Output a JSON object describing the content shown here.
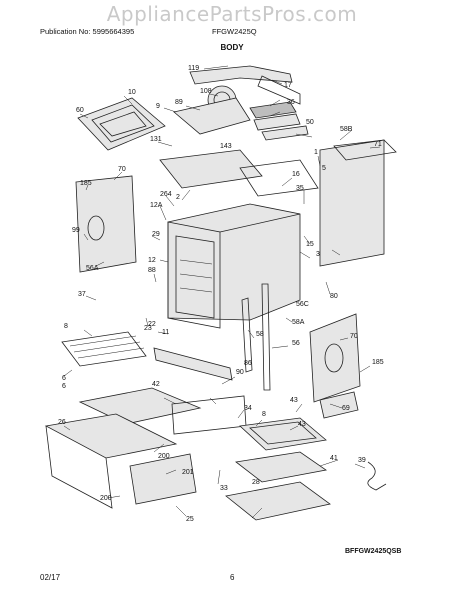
{
  "watermark": "AppliancePartsPros.com",
  "header": {
    "publication": "Publication No: 5995664395",
    "model": "FFGW2425Q"
  },
  "title": "BODY",
  "diagram_code": "BFFGW2425QSB",
  "footer": {
    "date": "02/17",
    "page": "6"
  },
  "part_labels": [
    "119",
    "17",
    "10",
    "108",
    "89",
    "36",
    "60",
    "9",
    "50",
    "58B",
    "143",
    "71",
    "131",
    "2",
    "1",
    "185",
    "264",
    "16",
    "70",
    "35",
    "12A",
    "5",
    "15",
    "99",
    "29",
    "12",
    "58A",
    "3",
    "56A",
    "88",
    "56C",
    "80",
    "37",
    "8",
    "22",
    "23",
    "11",
    "58",
    "56",
    "70",
    "185",
    "6",
    "86",
    "42",
    "90",
    "6",
    "34",
    "43",
    "69",
    "8",
    "43",
    "26",
    "200",
    "39",
    "201",
    "41",
    "200",
    "33",
    "28",
    "25"
  ]
}
